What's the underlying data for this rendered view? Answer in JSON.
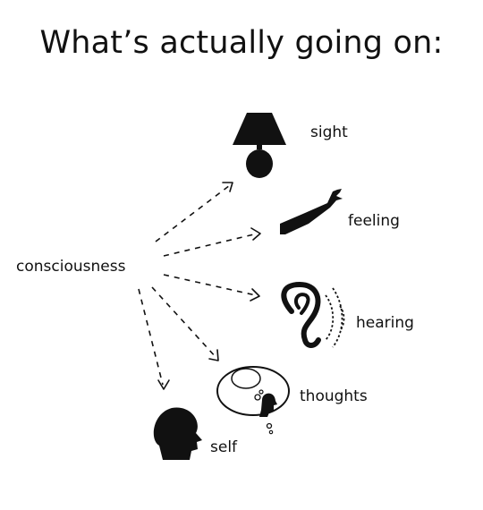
{
  "title": "What’s actually going on:",
  "diagram": {
    "source_label": "consciousness",
    "targets": [
      {
        "label": "sight",
        "icon": "lamp-icon"
      },
      {
        "label": "feeling",
        "icon": "arm-icon"
      },
      {
        "label": "hearing",
        "icon": "ear-icon"
      },
      {
        "label": "thoughts",
        "icon": "thought-bubble-icon"
      },
      {
        "label": "self",
        "icon": "head-silhouette-icon"
      }
    ]
  }
}
